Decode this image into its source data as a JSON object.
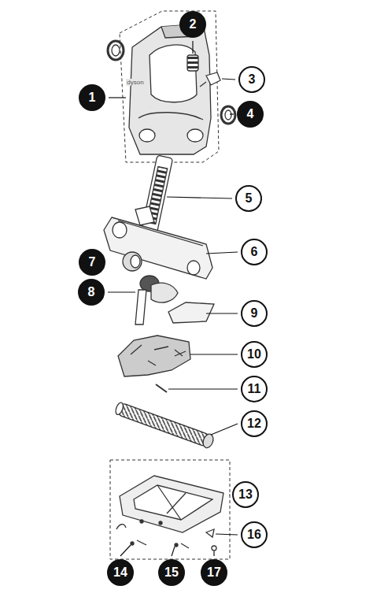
{
  "diagram": {
    "labels": [
      "1",
      "2",
      "3",
      "4",
      "5",
      "6",
      "7",
      "8",
      "9",
      "10",
      "11",
      "12",
      "13",
      "14",
      "15",
      "16",
      "17",
      "dyson"
    ]
  }
}
